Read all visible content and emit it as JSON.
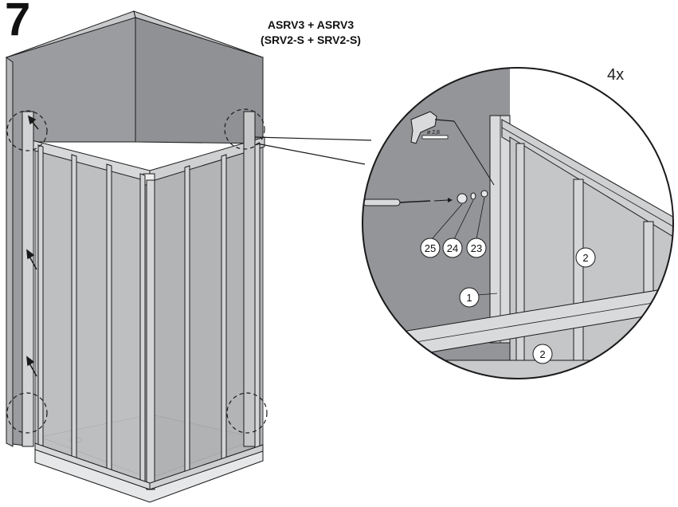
{
  "step_number": "7",
  "title": {
    "line1": "ASRV3 + ASRV3",
    "line2": "(SRV2-S + SRV2-S)"
  },
  "detail": {
    "quantity": "4x",
    "drill_bit": "ø 2,8",
    "callouts": {
      "screw": "23",
      "washer": "24",
      "cap": "25",
      "profile_wall": "1",
      "panel_upper": "2",
      "panel_lower": "2"
    }
  },
  "colors": {
    "wall": "#939598",
    "wall_top": "#c9cacc",
    "frame": "#d4d5d6",
    "glass": "#b9bbbd",
    "line": "#1a1a1a"
  }
}
